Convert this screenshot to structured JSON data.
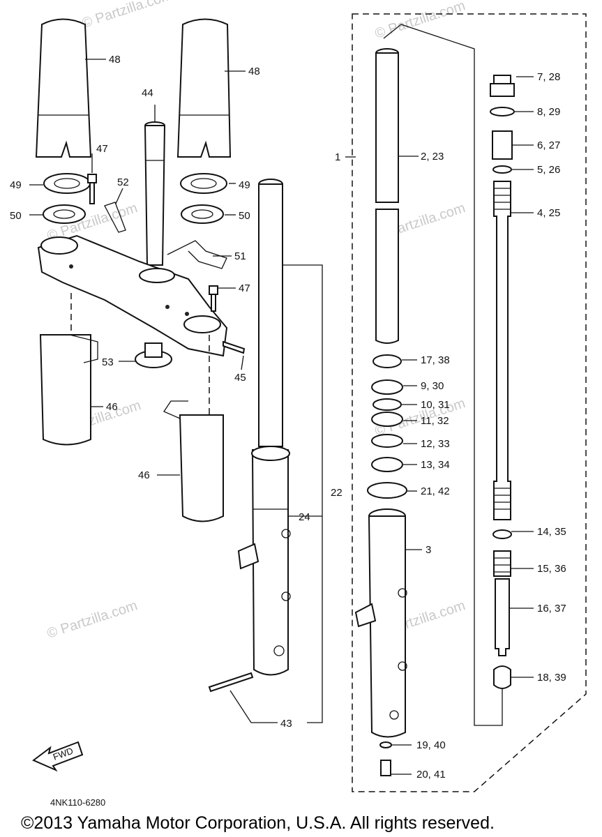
{
  "watermark": "© Partzilla.com",
  "diagram_code": "4NK110-6280",
  "fwd_label": "FWD",
  "copyright": "©2013 Yamaha Motor Corporation, U.S.A. All rights reserved.",
  "callouts": {
    "c1": "1",
    "c2": "2, 23",
    "c3": "3",
    "c4": "4, 25",
    "c5": "5, 26",
    "c6": "6, 27",
    "c7": "7, 28",
    "c8": "8, 29",
    "c9": "9, 30",
    "c10": "10, 31",
    "c11": "11, 32",
    "c12": "12, 33",
    "c13": "13, 34",
    "c14": "14, 35",
    "c15": "15, 36",
    "c16": "16, 37",
    "c17": "17, 38",
    "c18": "18, 39",
    "c19": "19, 40",
    "c20": "20, 41",
    "c21": "21, 42",
    "c22": "22",
    "c24": "24",
    "c43": "43",
    "c44": "44",
    "c45": "45",
    "c46a": "46",
    "c46b": "46",
    "c47a": "47",
    "c47b": "47",
    "c48a": "48",
    "c48b": "48",
    "c49a": "49",
    "c49b": "49",
    "c50a": "50",
    "c50b": "50",
    "c51": "51",
    "c52": "52",
    "c53": "53"
  }
}
